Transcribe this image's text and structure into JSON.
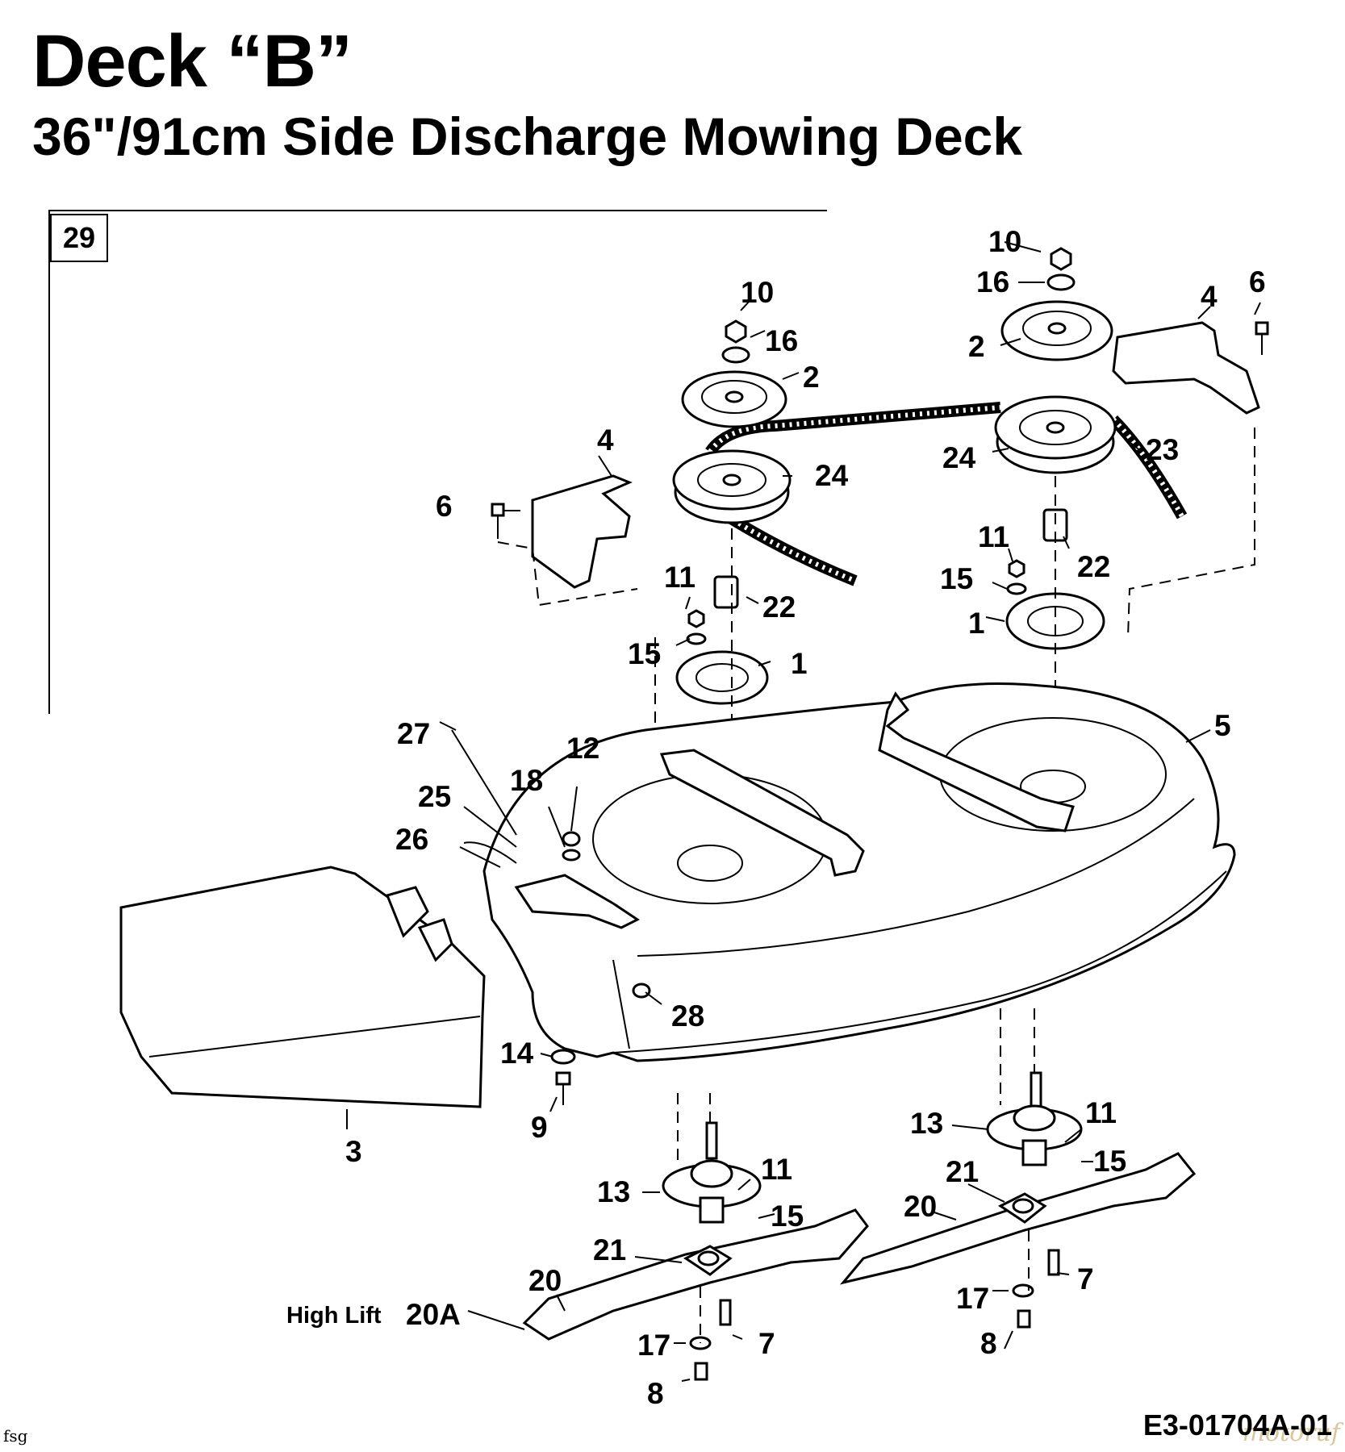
{
  "heading": {
    "title": "Deck “B”",
    "subtitle": "36\"/91cm Side Discharge Mowing Deck"
  },
  "frame_label": "29",
  "callouts": {
    "c10a": "10",
    "c16a": "16",
    "c2a": "2",
    "c4a": "4",
    "c6a": "6",
    "c24a": "24",
    "c23": "23",
    "c22a": "22",
    "c11a": "11",
    "c15a": "15",
    "c1a": "1",
    "c10b": "10",
    "c16b": "16",
    "c2b": "2",
    "c24b": "24",
    "c4b": "4",
    "c6b": "6",
    "c11b": "11",
    "c22b": "22",
    "c15b": "15",
    "c1b": "1",
    "c5": "5",
    "c27": "27",
    "c12": "12",
    "c18": "18",
    "c25": "25",
    "c26": "26",
    "c28": "28",
    "c14": "14",
    "c9": "9",
    "c3": "3",
    "c13a": "13",
    "c11c": "11",
    "c15c": "15",
    "c21a": "21",
    "c20a": "20",
    "c17a": "17",
    "c7a": "7",
    "c8a": "8",
    "c13b": "13",
    "c11d": "11",
    "c15d": "15",
    "c21b": "21",
    "c20b": "20",
    "c7b": "7",
    "c17b": "17",
    "c8b": "8",
    "high_lift_text": "High Lift",
    "high_lift_code": "20A"
  },
  "footer": {
    "part_code": "E3-01704A-01",
    "corner_mark": "fsg",
    "watermark": "motoruf"
  }
}
